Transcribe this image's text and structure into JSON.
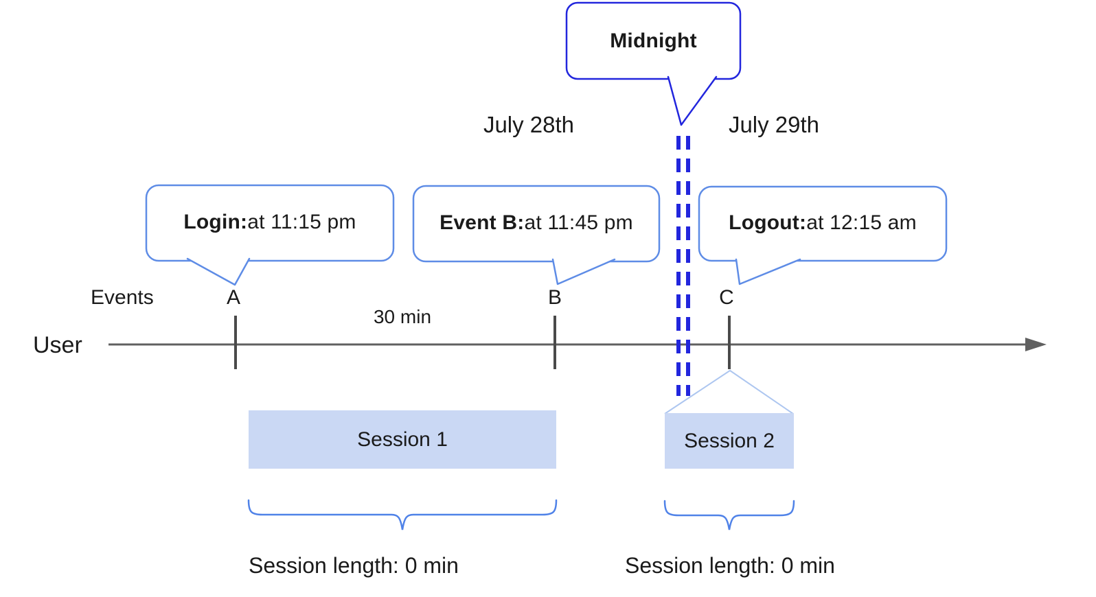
{
  "diagram": {
    "midnight_callout": "Midnight",
    "dates": {
      "left": "July 28th",
      "right": "July 29th"
    },
    "axis": {
      "events_label": "Events",
      "user_label": "User",
      "interval_label": "30 min"
    },
    "events": [
      {
        "label": "A",
        "callout_bold": "Login:",
        "callout_rest": " at 11:15 pm"
      },
      {
        "label": "B",
        "callout_bold": "Event B:",
        "callout_rest": " at 11:45 pm"
      },
      {
        "label": "C",
        "callout_bold": "Logout:",
        "callout_rest": " at 12:15 am"
      }
    ],
    "sessions": [
      {
        "name": "Session 1",
        "length_label": "Session length: 0 min"
      },
      {
        "name": "Session 2",
        "length_label": "Session length: 0 min"
      }
    ],
    "colors": {
      "midnight_blue": "#2226dd",
      "callout_blue": "#5e8ce6",
      "brace_blue": "#4f82e8",
      "cone_blue": "#adc6f0",
      "session_fill": "#cad8f4",
      "timeline_gray": "#606060",
      "tick_gray": "#4a4a4a",
      "text": "#1a1a1a"
    }
  }
}
